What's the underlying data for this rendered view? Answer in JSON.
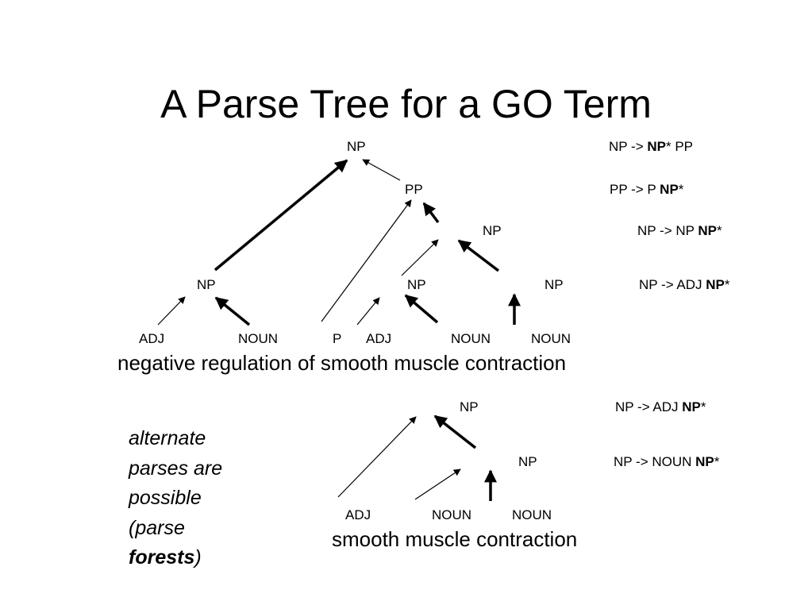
{
  "title": "A Parse Tree for a GO Term",
  "tree1": {
    "nodes": {
      "np_root": "NP",
      "pp": "PP",
      "np_mid": "NP",
      "np_left": "NP",
      "np_center": "NP",
      "np_right": "NP"
    },
    "leaves": [
      "ADJ",
      "NOUN",
      "P",
      "ADJ",
      "NOUN",
      "NOUN"
    ],
    "phrase": "negative regulation of smooth muscle contraction",
    "rules": [
      {
        "lhs": "NP ->",
        "bold": "NP",
        "star": "*",
        "rest": " PP"
      },
      {
        "lhs": "PP -> P",
        "bold": "NP",
        "star": "*",
        "rest": ""
      },
      {
        "lhs": "NP -> NP",
        "bold": "NP",
        "star": "*",
        "rest": ""
      },
      {
        "lhs": "NP -> ADJ",
        "bold": "NP",
        "star": "*",
        "rest": ""
      }
    ]
  },
  "tree2": {
    "nodes": {
      "np_top": "NP",
      "np_low": "NP"
    },
    "leaves": [
      "ADJ",
      "NOUN",
      "NOUN"
    ],
    "phrase": "smooth muscle contraction",
    "rules": [
      {
        "lhs": "NP -> ADJ",
        "bold": "NP",
        "star": "*",
        "rest": ""
      },
      {
        "lhs": "NP -> NOUN",
        "bold": "NP",
        "star": "*",
        "rest": ""
      }
    ]
  },
  "note": {
    "lines": [
      "alternate",
      "parses are",
      "possible"
    ],
    "open": "(parse",
    "bold": "forests",
    "close": ")"
  }
}
